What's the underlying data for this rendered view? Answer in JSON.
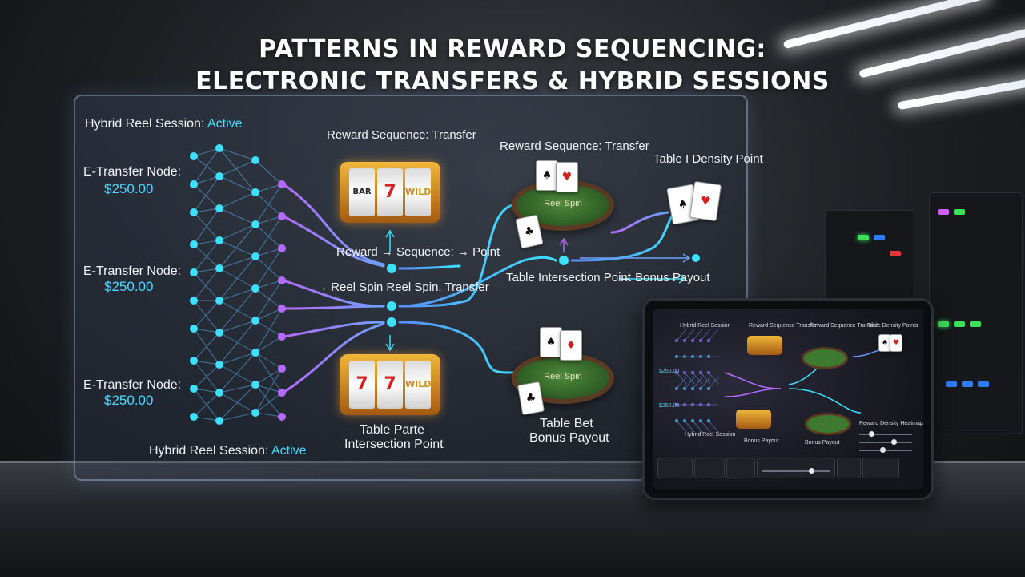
{
  "title": {
    "line1": "PATTERNS IN REWARD SEQUENCING:",
    "line2": "ELECTRONIC TRANSFERS & HYBRID SESSIONS"
  },
  "panel": {
    "session_top": {
      "prefix": "Hybrid Reel Session: ",
      "status": "Active"
    },
    "session_bottom": {
      "prefix": "Hybrid Reel Session: ",
      "status": "Active"
    },
    "nodes": [
      {
        "label": "E-Transfer Node:",
        "amount": "$250.00"
      },
      {
        "label": "E-Transfer Node:",
        "amount": "$250.00"
      },
      {
        "label": "E-Transfer Node:",
        "amount": "$250.00"
      }
    ],
    "reward_seq_1": "Reward Sequence: Transfer",
    "reward_seq_2": "Reward Sequence: Transfer",
    "table_density": "Table I Density Point",
    "flow_1": "Reward → Sequence: → Point",
    "flow_2": "→ Reel Spin  Reel Spin. Transfer",
    "table_intersection": "Table Intersection Point",
    "bonus_payout_top": "→ Bonus Payout",
    "table_parte": "Table Parte",
    "intersection_point": "Intersection Point",
    "table_bet": "Table Bet",
    "bonus_payout": "Bonus Payout",
    "table_top_label": "Reel Spin",
    "table_bottom_label": "Reel Spin",
    "slot_symbols": [
      "BAR",
      "7",
      "WILD"
    ],
    "slot_symbols_2": [
      "7",
      "7",
      "WILD"
    ]
  },
  "tablet": {
    "h1": "Hybrid Reel Session",
    "h2": "Reward Sequence Transfer",
    "h3": "Reward Sequence Transfer",
    "h4": "Table Density Points",
    "reward_density": "Reward Density Heatmap",
    "footer_left": "Hybrid Reel Session",
    "footer_mid": "Bonus Payout",
    "footer_right": "Bonus Payout",
    "amount": "$250.00"
  },
  "colors": {
    "accent_cyan": "#3ee0ff",
    "accent_purple": "#b56bff",
    "accent_blue": "#4f8cff"
  }
}
